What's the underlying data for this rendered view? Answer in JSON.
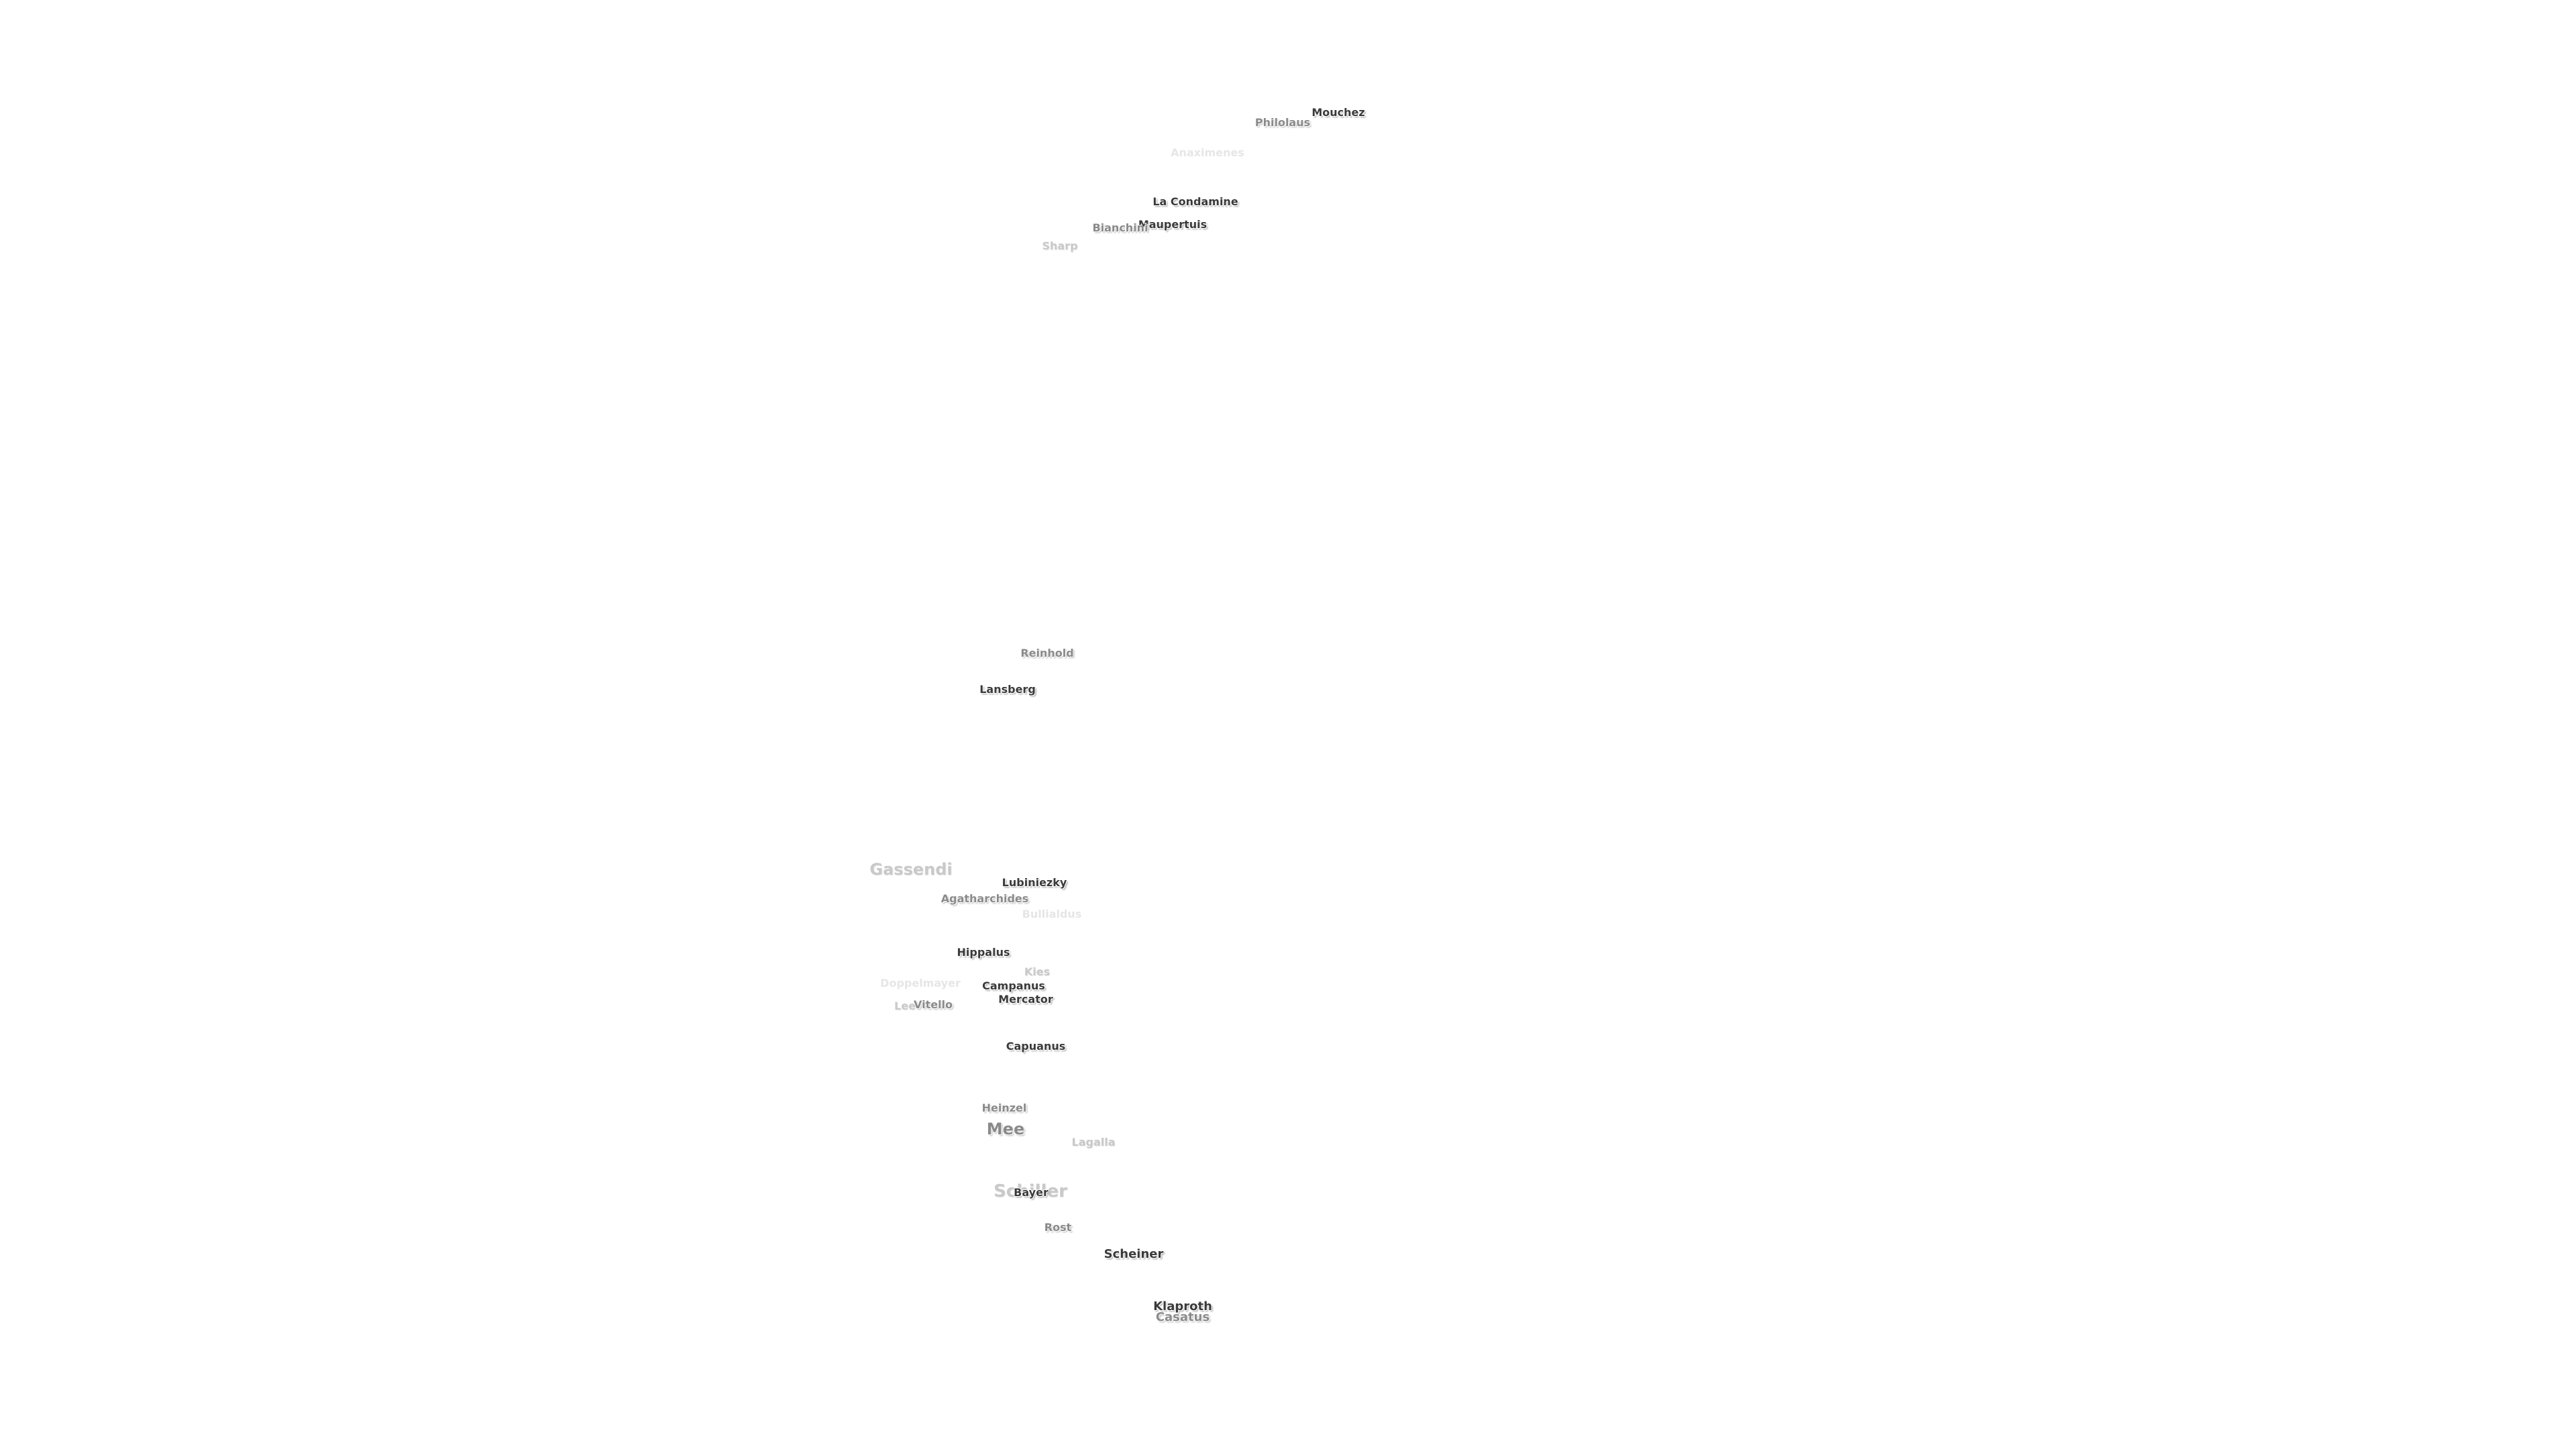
{
  "map": {
    "labels": [
      {
        "id": "mouchez",
        "text": "Mouchez",
        "tier": "dark",
        "size": "sm"
      },
      {
        "id": "philolaus",
        "text": "Philolaus",
        "tier": "mid",
        "size": "sm"
      },
      {
        "id": "faint-north",
        "text": "Anaximenes",
        "tier": "faint",
        "size": "sm"
      },
      {
        "id": "la-condamine",
        "text": "La Condamine",
        "tier": "dark",
        "size": "sm"
      },
      {
        "id": "maupertuis",
        "text": "Maupertuis",
        "tier": "dark",
        "size": "sm"
      },
      {
        "id": "bianchini",
        "text": "Bianchini",
        "tier": "mid",
        "size": "sm"
      },
      {
        "id": "sharp",
        "text": "Sharp",
        "tier": "light",
        "size": "sm"
      },
      {
        "id": "reinhold",
        "text": "Reinhold",
        "tier": "mid",
        "size": "sm"
      },
      {
        "id": "lansberg",
        "text": "Lansberg",
        "tier": "dark",
        "size": "sm"
      },
      {
        "id": "gassendi",
        "text": "Gassendi",
        "tier": "light",
        "size": "lg"
      },
      {
        "id": "lubiniezky",
        "text": "Lubiniezky",
        "tier": "dark",
        "size": "sm"
      },
      {
        "id": "agatharchides",
        "text": "Agatharchides",
        "tier": "mid",
        "size": "sm"
      },
      {
        "id": "bullialdus",
        "text": "Bullialdus",
        "tier": "faint",
        "size": "sm"
      },
      {
        "id": "hippalus",
        "text": "Hippalus",
        "tier": "dark",
        "size": "sm"
      },
      {
        "id": "kies",
        "text": "Kies",
        "tier": "light",
        "size": "sm"
      },
      {
        "id": "doppelmayer",
        "text": "Doppelmayer",
        "tier": "faint",
        "size": "sm"
      },
      {
        "id": "campanus",
        "text": "Campanus",
        "tier": "dark",
        "size": "sm"
      },
      {
        "id": "mercator",
        "text": "Mercator",
        "tier": "dark",
        "size": "sm"
      },
      {
        "id": "lee",
        "text": "Lee",
        "tier": "light",
        "size": "sm"
      },
      {
        "id": "vitello",
        "text": "Vitello",
        "tier": "mid",
        "size": "sm"
      },
      {
        "id": "capuanus",
        "text": "Capuanus",
        "tier": "dark",
        "size": "sm"
      },
      {
        "id": "heinzel",
        "text": "Heinzel",
        "tier": "mid",
        "size": "sm"
      },
      {
        "id": "mee",
        "text": "Mee",
        "tier": "mid",
        "size": "lg"
      },
      {
        "id": "lagalla",
        "text": "Lagalla",
        "tier": "light",
        "size": "sm"
      },
      {
        "id": "schiller",
        "text": "Schiller",
        "tier": "light",
        "size": "xl"
      },
      {
        "id": "bayer",
        "text": "Bayer",
        "tier": "dark",
        "size": "sm"
      },
      {
        "id": "rost",
        "text": "Rost",
        "tier": "mid",
        "size": "sm"
      },
      {
        "id": "scheiner",
        "text": "Scheiner",
        "tier": "dark",
        "size": "md"
      },
      {
        "id": "klaproth",
        "text": "Klaproth",
        "tier": "dark",
        "size": "md"
      },
      {
        "id": "casatus",
        "text": "Casatus",
        "tier": "mid",
        "size": "md"
      }
    ]
  }
}
